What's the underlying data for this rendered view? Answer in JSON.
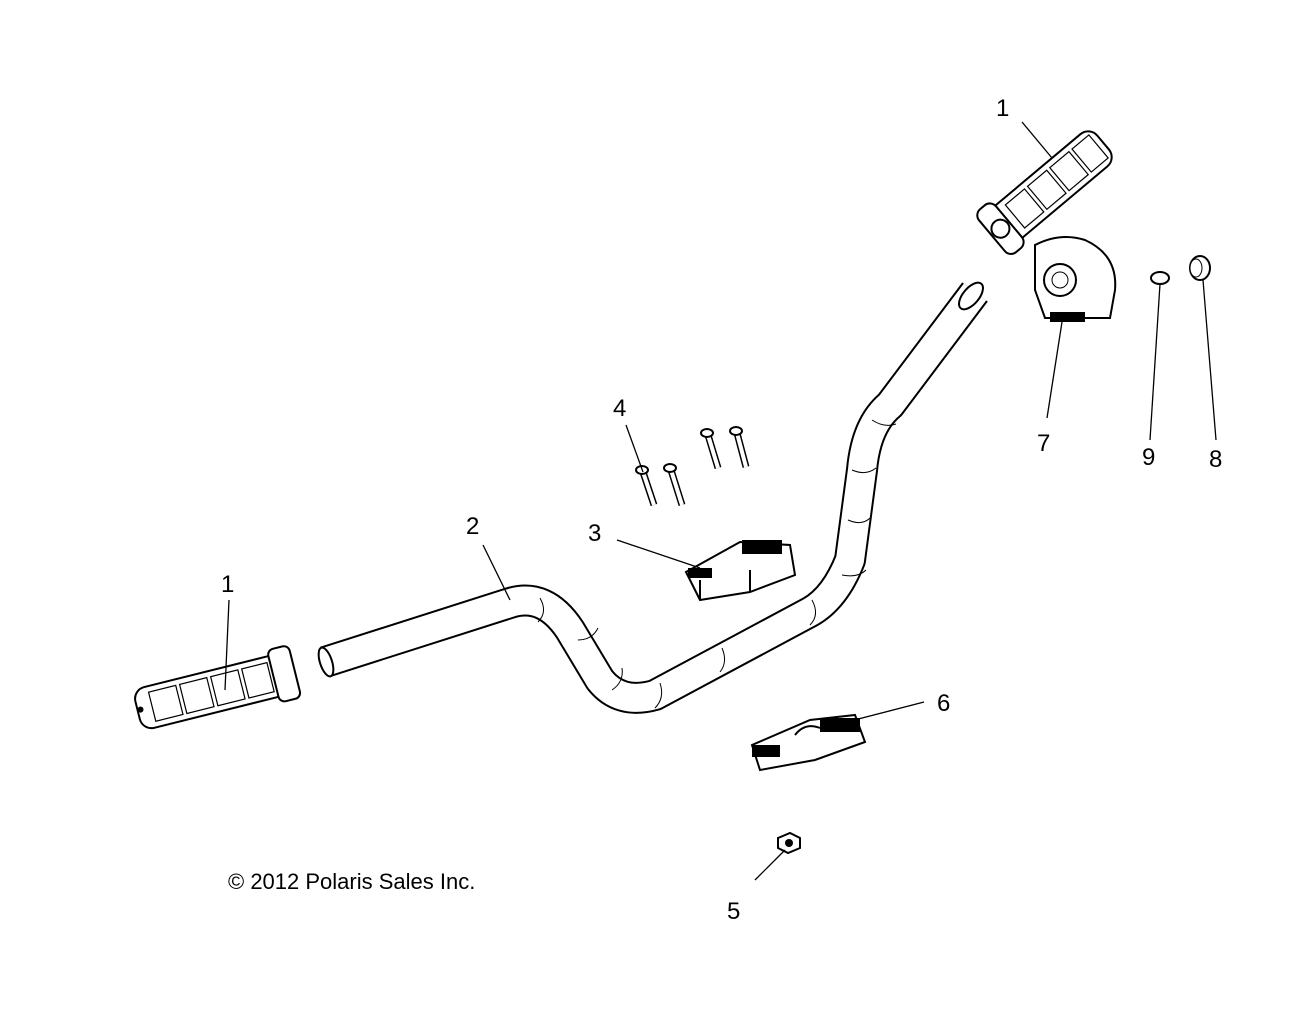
{
  "diagram": {
    "callouts": [
      {
        "id": "1a",
        "label": "1",
        "part": "grip-right"
      },
      {
        "id": "1b",
        "label": "1",
        "part": "grip-left"
      },
      {
        "id": "2",
        "label": "2",
        "part": "handlebar"
      },
      {
        "id": "3",
        "label": "3",
        "part": "upper-clamp"
      },
      {
        "id": "4",
        "label": "4",
        "part": "bolts"
      },
      {
        "id": "5",
        "label": "5",
        "part": "nut"
      },
      {
        "id": "6",
        "label": "6",
        "part": "lower-clamp"
      },
      {
        "id": "7",
        "label": "7",
        "part": "pad-block"
      },
      {
        "id": "8",
        "label": "8",
        "part": "plug"
      },
      {
        "id": "9",
        "label": "9",
        "part": "screw"
      }
    ],
    "copyright": "© 2012 Polaris Sales Inc."
  }
}
